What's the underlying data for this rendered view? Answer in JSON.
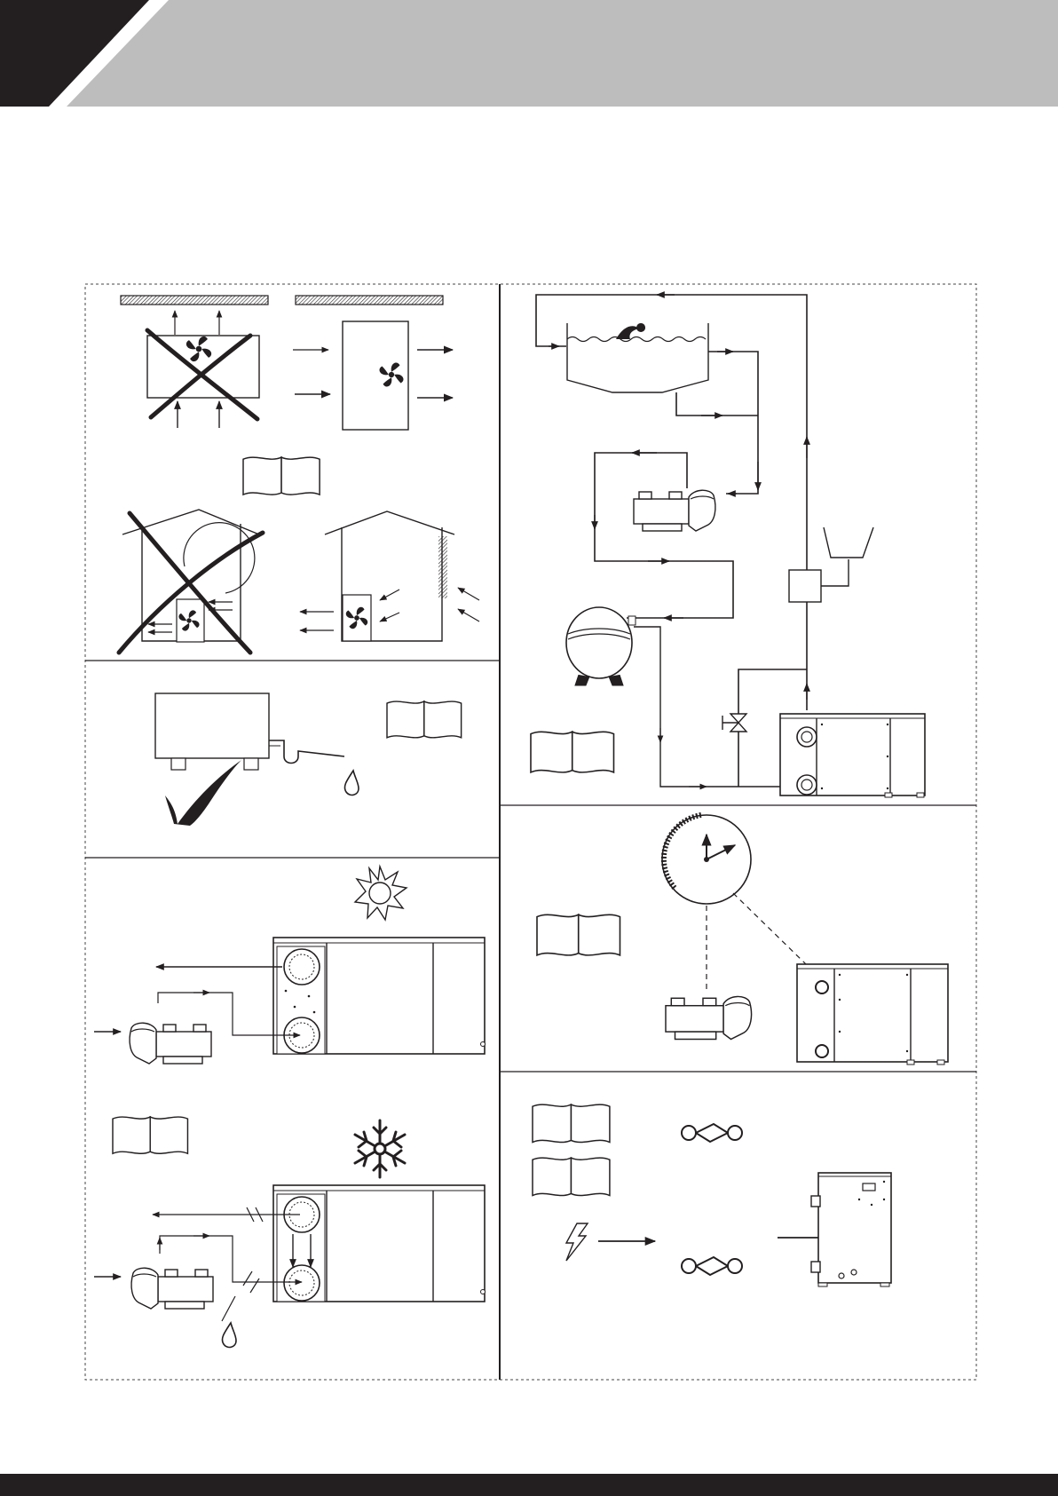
{
  "colors": {
    "header_band": "#bdbdbd",
    "header_corner": "#231f20",
    "footer_band": "#231f20",
    "ink": "#231f20",
    "frame": "#333333"
  },
  "panels": [
    {
      "id": "airflow-clearance",
      "icons": [
        "fan-icon",
        "wall-hatch-icon",
        "house-icon",
        "cross-mark-icon",
        "manual-book-icon"
      ]
    },
    {
      "id": "condensate-drain",
      "icons": [
        "check-mark-icon",
        "water-drop-icon",
        "drain-pipe-icon",
        "manual-book-icon"
      ]
    },
    {
      "id": "heating-cooling-connection",
      "icons": [
        "sun-icon",
        "snowflake-icon",
        "pump-icon",
        "heat-pump-icon",
        "water-drop-icon",
        "manual-book-icon"
      ]
    },
    {
      "id": "pool-circuit",
      "icons": [
        "pool-icon",
        "swimmer-icon",
        "filter-tank-icon",
        "pump-icon",
        "valve-icon",
        "chemical-dispenser-icon",
        "heat-pump-icon",
        "manual-book-icon"
      ]
    },
    {
      "id": "timer-control",
      "icons": [
        "clock-icon",
        "pump-icon",
        "heat-pump-icon",
        "manual-book-icon"
      ]
    },
    {
      "id": "electrical-connection",
      "icons": [
        "lightning-icon",
        "cable-gland-icon",
        "heat-pump-back-icon",
        "manual-book-icon"
      ]
    }
  ]
}
